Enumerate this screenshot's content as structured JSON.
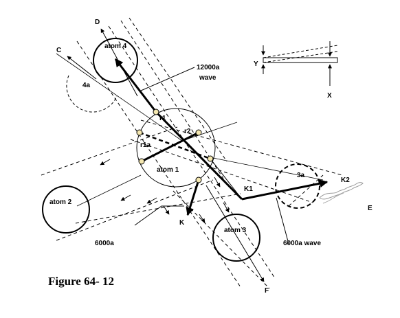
{
  "figure": {
    "caption": "Figure 64- 12",
    "labels": {
      "D": "D",
      "C": "C",
      "atom4": "atom 4",
      "wave12000": "12000a",
      "wave_word": "wave",
      "four_a": "4a",
      "Y": "Y",
      "X": "X",
      "r1": "r1",
      "r2": "r2",
      "r1a": "r1a",
      "atom1": "atom 1",
      "atom2": "atom 2",
      "atom3": "atom 3",
      "K1": "K1",
      "K2": "K2",
      "three_a": "3a",
      "E": "E",
      "K": "K",
      "F": "F",
      "six_a": "6000a",
      "six_a_wave": "6000a wave"
    }
  }
}
